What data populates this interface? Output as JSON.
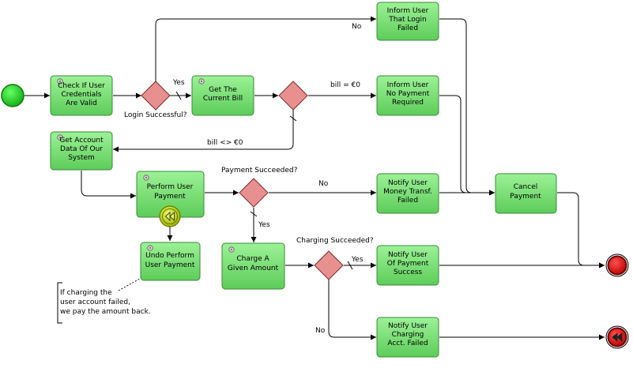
{
  "colors": {
    "task_fill": "#7fe07a",
    "task_stroke": "#3a8a3a",
    "gateway_fill": "#e89090",
    "gateway_stroke": "#7a2a2a",
    "start_fill": "#22cc22",
    "end_fill": "#e01010",
    "comp_fill": "#c8e020",
    "line": "#000000"
  },
  "tasks": {
    "check_credentials": [
      "Check If User",
      "Credentials",
      "Are Valid"
    ],
    "get_current_bill": [
      "Get The",
      "Current Bill"
    ],
    "inform_login_failed": [
      "Inform User",
      "That Login",
      "Failed"
    ],
    "inform_no_payment": [
      "Inform User",
      "No Payment",
      "Required"
    ],
    "get_account_data": [
      "Get Account",
      "Data Of Our",
      "System"
    ],
    "perform_payment": [
      "Perform User",
      "Payment"
    ],
    "notify_money_failed": [
      "Notify User",
      "Money Transf.",
      "Failed"
    ],
    "cancel_payment": [
      "Cancel",
      "Payment"
    ],
    "undo_payment": [
      "Undo Perform",
      "User Payment"
    ],
    "charge_amount": [
      "Charge A",
      "Given Amount"
    ],
    "notify_success": [
      "Notify User",
      "Of Payment",
      "Success"
    ],
    "notify_charging_failed": [
      "Notify User",
      "Charging",
      "Acct. Failed"
    ]
  },
  "labels": {
    "login_successful": "Login Successful?",
    "yes_login": "Yes",
    "no_login": "No",
    "bill_zero": "bill = €0",
    "bill_nonzero": "bill <> €0",
    "payment_succeeded": "Payment Succeeded?",
    "no_payment": "No",
    "yes_payment": "Yes",
    "charging_succeeded": "Charging Succeeded?",
    "yes_charging": "Yes",
    "no_charging": "No"
  },
  "annotation": [
    "If charging the",
    "user account failed,",
    "we pay the amount back."
  ]
}
